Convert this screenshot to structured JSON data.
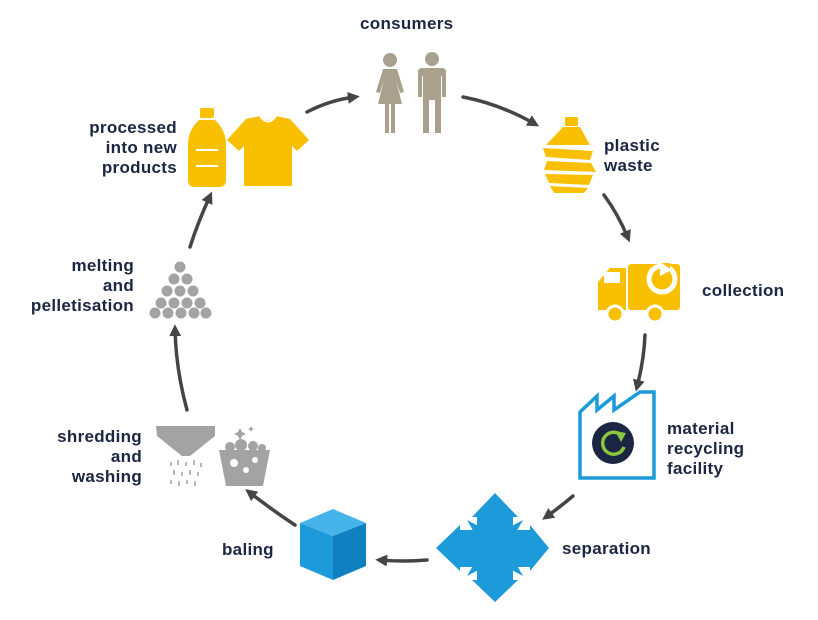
{
  "colors": {
    "label_text": "#1c2541",
    "arrow": "#454545",
    "consumers": "#a9a18d",
    "yellow": "#f8c000",
    "blue": "#1d9ad9",
    "grey": "#a3a3a3",
    "navy": "#1b2643",
    "green_ring": "#8cc63f"
  },
  "stages": {
    "consumers": {
      "lines": [
        "consumers"
      ],
      "icon": "man-woman-icon"
    },
    "plastic_waste": {
      "lines": [
        "plastic",
        "waste"
      ],
      "icon": "crushed-bottle-icon"
    },
    "collection": {
      "lines": [
        "collection"
      ],
      "icon": "recycling-truck-icon"
    },
    "material_recycling_facility": {
      "lines": [
        "material",
        "recycling",
        "facility"
      ],
      "icon": "factory-recycle-icon"
    },
    "separation": {
      "lines": [
        "separation"
      ],
      "icon": "four-way-arrows-icon"
    },
    "baling": {
      "lines": [
        "baling"
      ],
      "icon": "bale-cube-icon"
    },
    "shredding_and_washing": {
      "lines": [
        "shredding",
        "and",
        "washing"
      ],
      "icon": "shredder-washing-tub-icon"
    },
    "melting_and_pelletisation": {
      "lines": [
        "melting",
        "and",
        "pelletisation"
      ],
      "icon": "pellets-pile-icon"
    },
    "processed_into_new_products": {
      "lines": [
        "processed",
        "into new",
        "products"
      ],
      "icon": "bottle-and-tshirt-icon"
    }
  }
}
